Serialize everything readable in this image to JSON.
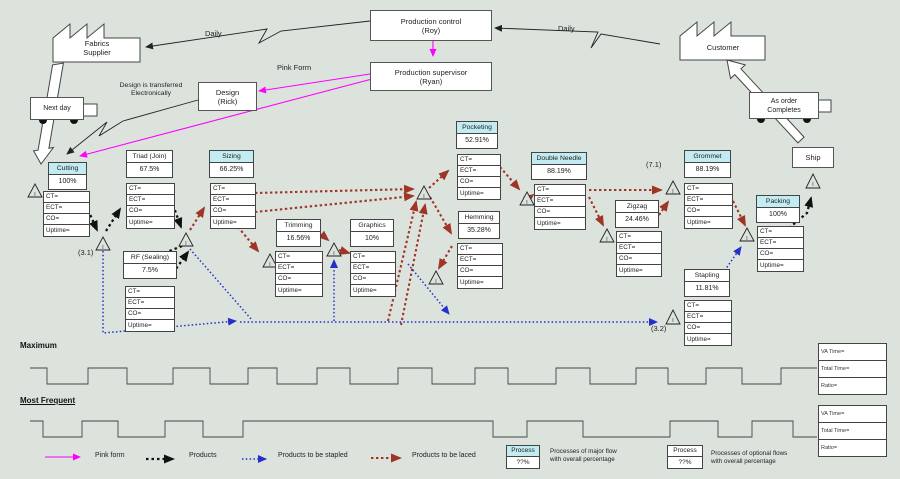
{
  "colors": {
    "background": "#dce3dd",
    "major_header": "#c2ecf2",
    "pink": "#ff00ff",
    "products": "#111111",
    "stapled": "#2430c8",
    "laced": "#9e3526"
  },
  "top": {
    "fabrics_supplier": [
      "Fabrics",
      "Supplier"
    ],
    "customer": "Customer",
    "production_control": [
      "Production control",
      "(Roy)"
    ],
    "production_supervisor": [
      "Production supervisor",
      "(Ryan)"
    ],
    "design": [
      "Design",
      "(Rick)"
    ],
    "daily_left": "Daily",
    "daily_right": "Daily",
    "pink_form_label": "Pink Form",
    "design_transfer": [
      "Design is transferred",
      "Electronically"
    ],
    "next_day": "Next day",
    "as_order": [
      "As order",
      "Completes"
    ],
    "ship": "Ship"
  },
  "fields": [
    "CT=",
    "ECT=",
    "CO=",
    "Uptime="
  ],
  "inventory_label": "I",
  "annotations": {
    "a31": "(3.1)",
    "a71": "(7.1)",
    "a32": "(3.2)"
  },
  "processes": [
    {
      "name": "Cutting",
      "pct": "100%",
      "type": "major"
    },
    {
      "name": "Triad (Join)",
      "pct": "67.5%",
      "type": "optional"
    },
    {
      "name": "RF (Sealing)",
      "pct": "7.5%",
      "type": "optional"
    },
    {
      "name": "Sizing",
      "pct": "66.25%",
      "type": "major"
    },
    {
      "name": "Trimming",
      "pct": "16.56%",
      "type": "optional"
    },
    {
      "name": "Graphics",
      "pct": "10%",
      "type": "optional"
    },
    {
      "name": "Pocketing",
      "pct": "52.91%",
      "type": "major"
    },
    {
      "name": "Hemming",
      "pct": "35.28%",
      "type": "optional"
    },
    {
      "name": "Double Needle",
      "pct": "88.19%",
      "type": "major"
    },
    {
      "name": "Zigzag",
      "pct": "24.46%",
      "type": "optional"
    },
    {
      "name": "Grommet",
      "pct": "88.19%",
      "type": "major"
    },
    {
      "name": "Stapling",
      "pct": "11.81%",
      "type": "optional"
    },
    {
      "name": "Packing",
      "pct": "100%",
      "type": "major"
    }
  ],
  "timelines": {
    "maximum": "Maximum",
    "most_frequent": "Most Frequent"
  },
  "summary_fields": [
    "VA Time=",
    "Total Time=",
    "Ratio="
  ],
  "legend": {
    "pink": "Pink form",
    "products": "Products",
    "stapled": "Products to be stapled",
    "laced": "Products to be laced",
    "process_label": "Process",
    "process_value": "??%",
    "major_desc": [
      "Processes of major flow",
      "with overall percentage"
    ],
    "optional_desc": [
      "Processes of optional  flows",
      "with overall percentage"
    ]
  }
}
